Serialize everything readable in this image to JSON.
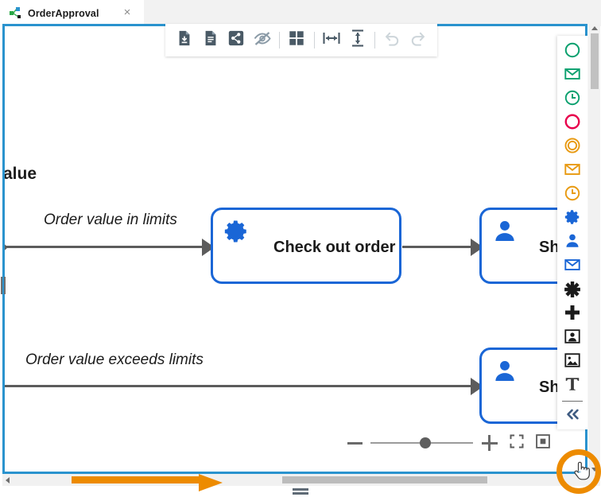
{
  "tab": {
    "title": "OrderApproval",
    "icon": "diagram-nodes-icon",
    "close_label": "×"
  },
  "toolbar": {
    "buttons": [
      {
        "name": "save-document-button",
        "icon": "document-download-icon",
        "title": "Save"
      },
      {
        "name": "new-document-button",
        "icon": "document-lines-icon",
        "title": "Document"
      },
      {
        "name": "share-button",
        "icon": "share-nodes-icon",
        "title": "Share"
      },
      {
        "name": "hide-button",
        "icon": "eye-slash-icon",
        "title": "Hide"
      },
      {
        "name": "layout-grid-button",
        "icon": "grid-squares-icon",
        "title": "Layout"
      },
      {
        "name": "distribute-horizontal-button",
        "icon": "arrows-horizontal-icon",
        "title": "Distribute horizontally"
      },
      {
        "name": "distribute-vertical-button",
        "icon": "arrows-vertical-icon",
        "title": "Distribute vertically"
      },
      {
        "name": "undo-button",
        "icon": "undo-arrow-icon",
        "title": "Undo",
        "disabled": true
      },
      {
        "name": "redo-button",
        "icon": "redo-arrow-icon",
        "title": "Redo",
        "disabled": true
      }
    ]
  },
  "palette": {
    "items": [
      {
        "name": "palette-item-start-event",
        "icon": "circle-outline-icon",
        "color": "#0aa06e"
      },
      {
        "name": "palette-item-message-start-event",
        "icon": "envelope-icon",
        "color": "#0aa06e"
      },
      {
        "name": "palette-item-timer-start-event",
        "icon": "clock-icon",
        "color": "#0aa06e"
      },
      {
        "name": "palette-item-end-event",
        "icon": "circle-outline-icon",
        "color": "#e8004c"
      },
      {
        "name": "palette-item-intermediate-event",
        "icon": "circle-double-icon",
        "color": "#e89a12"
      },
      {
        "name": "palette-item-message-event",
        "icon": "envelope-icon",
        "color": "#e89a12"
      },
      {
        "name": "palette-item-timer-event",
        "icon": "clock-icon",
        "color": "#e89a12"
      },
      {
        "name": "palette-item-service-task",
        "icon": "gear-icon",
        "color": "#1a66d6"
      },
      {
        "name": "palette-item-user-task",
        "icon": "person-icon",
        "color": "#1a66d6"
      },
      {
        "name": "palette-item-send-task",
        "icon": "envelope-boxed-icon",
        "color": "#1a66d6"
      },
      {
        "name": "palette-item-gateway",
        "icon": "burst-star-icon",
        "color": "#1b1b1b"
      },
      {
        "name": "palette-item-inclusive-gateway",
        "icon": "plus-cross-icon",
        "color": "#1b1b1b"
      },
      {
        "name": "palette-item-participant",
        "icon": "person-frame-icon",
        "color": "#1b1b1b"
      },
      {
        "name": "palette-item-image",
        "icon": "image-icon",
        "color": "#1b1b1b"
      },
      {
        "name": "palette-item-text-annotation",
        "icon": "text-t-icon",
        "color": "#1b1b1b"
      }
    ],
    "collapse_label": "«"
  },
  "diagram": {
    "title_fragment": "alue",
    "edges": [
      {
        "name": "edge-label-in-limits",
        "label": "Order value in limits"
      },
      {
        "name": "edge-label-exceeds-limits",
        "label": "Order value exceeds limits"
      }
    ],
    "nodes": [
      {
        "name": "node-check-out-order",
        "label": "Check out order",
        "icon": "gear-icon",
        "icon_color": "#1a66d6",
        "border_color": "#1a66d6"
      },
      {
        "name": "node-ship-order-top",
        "label": "Sho",
        "icon": "person-icon",
        "icon_color": "#1a66d6",
        "border_color": "#1a66d6"
      },
      {
        "name": "node-ship-order-bottom",
        "label": "Sh",
        "icon": "person-icon",
        "icon_color": "#1a66d6",
        "border_color": "#1a66d6"
      }
    ]
  },
  "zoom_controls": {
    "zoom_out_name": "zoom-out-button",
    "zoom_in_name": "zoom-in-button",
    "slider_name": "zoom-slider",
    "fit_name": "fit-to-screen-button",
    "actual_size_name": "actual-size-button"
  },
  "annotations": {
    "arrow_color": "#ed8b00",
    "circle_color": "#ed8b00"
  },
  "colors": {
    "canvas_border": "#2a93ce",
    "node_blue": "#1a66d6",
    "edge_gray": "#5c5c5c",
    "toolbar_icon": "#4a5a66"
  }
}
